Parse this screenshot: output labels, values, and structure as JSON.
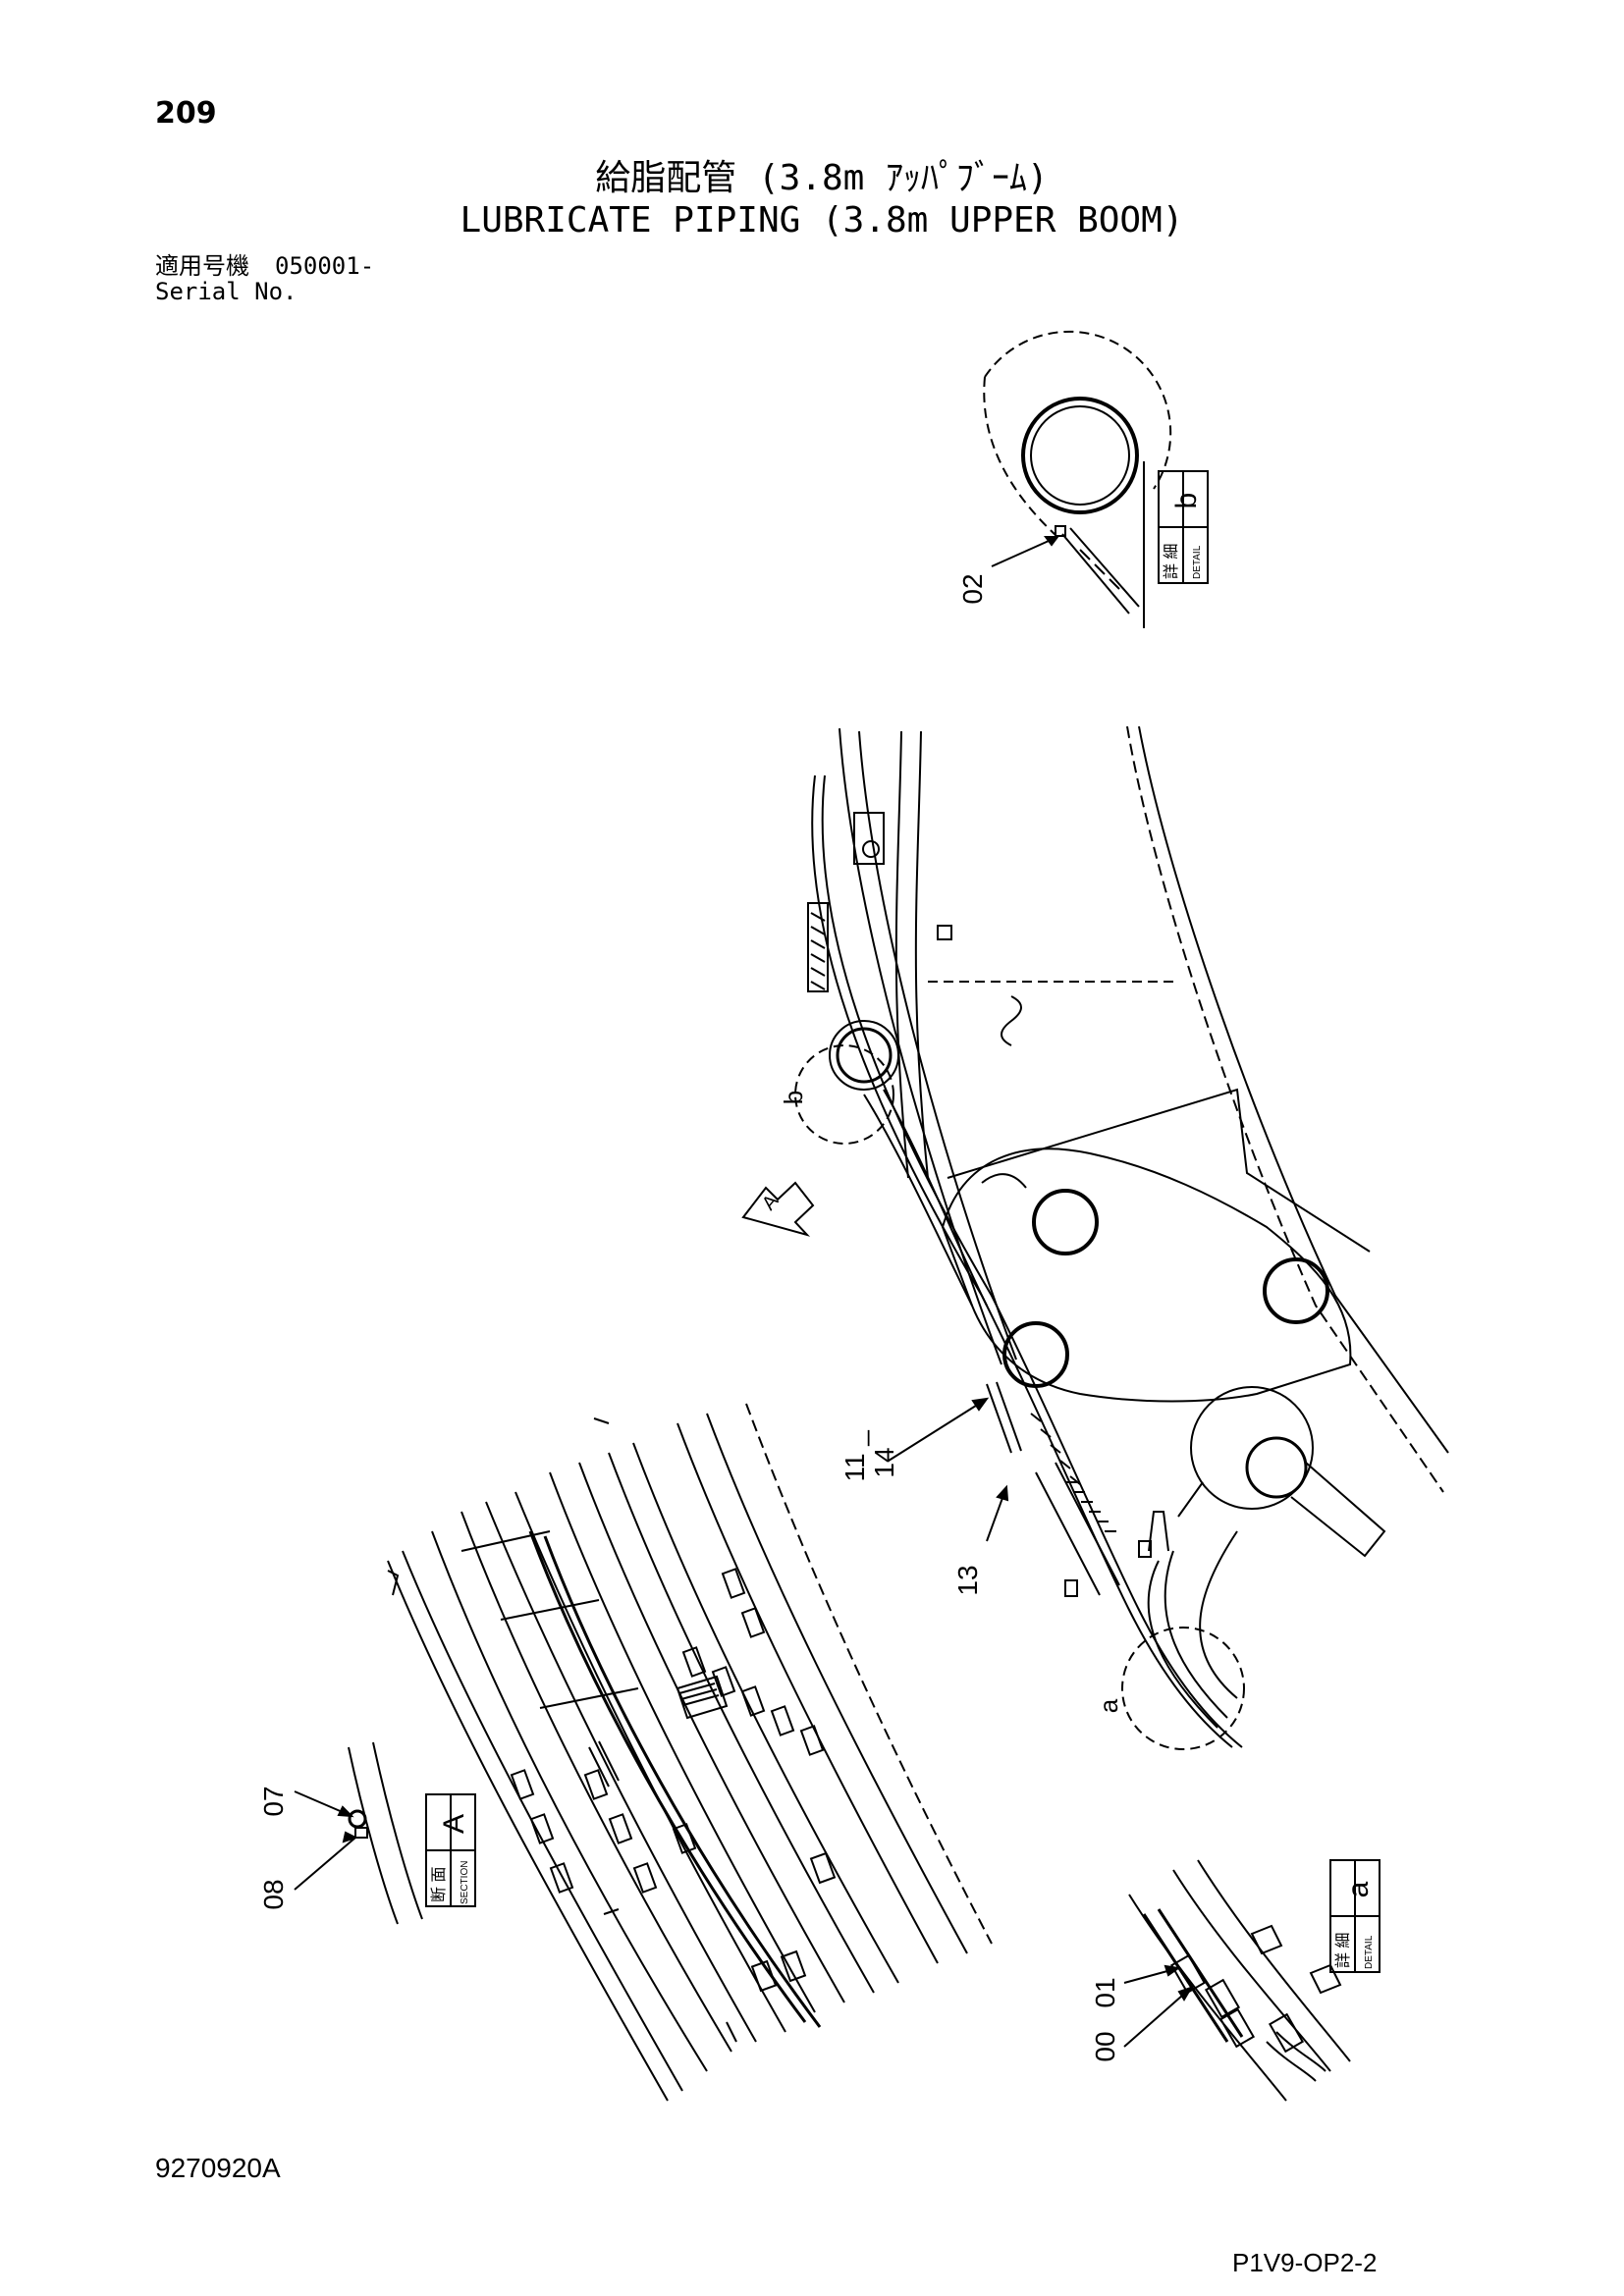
{
  "header": {
    "page_number": "209",
    "title_jp": "給脂配管 (3.8m ｱｯﾊﾟﾌﾞｰﾑ)",
    "title_en": "LUBRICATE PIPING (3.8m UPPER BOOM)",
    "serial_label_jp": "適用号機",
    "serial_value": "050001-",
    "serial_label_en": "Serial No."
  },
  "footer": {
    "drawing_number": "9270920A",
    "page_code": "P1V9-OP2-2"
  },
  "callouts": {
    "c00": "00",
    "c01": "01",
    "c02": "02",
    "c07": "07",
    "c08": "08",
    "c11_14_a": "11",
    "c11_14_b": "14",
    "c13": "13",
    "ref_a": "a",
    "ref_b": "b",
    "view_arrow": "A"
  },
  "detail_boxes": {
    "detail_b": {
      "kanji": "詳 細",
      "caption": "DETAIL",
      "letter": "b"
    },
    "detail_a": {
      "kanji": "詳 細",
      "caption": "DETAIL",
      "letter": "a"
    },
    "section_a": {
      "kanji": "断 面",
      "caption": "SECTION",
      "letter": "A"
    }
  }
}
